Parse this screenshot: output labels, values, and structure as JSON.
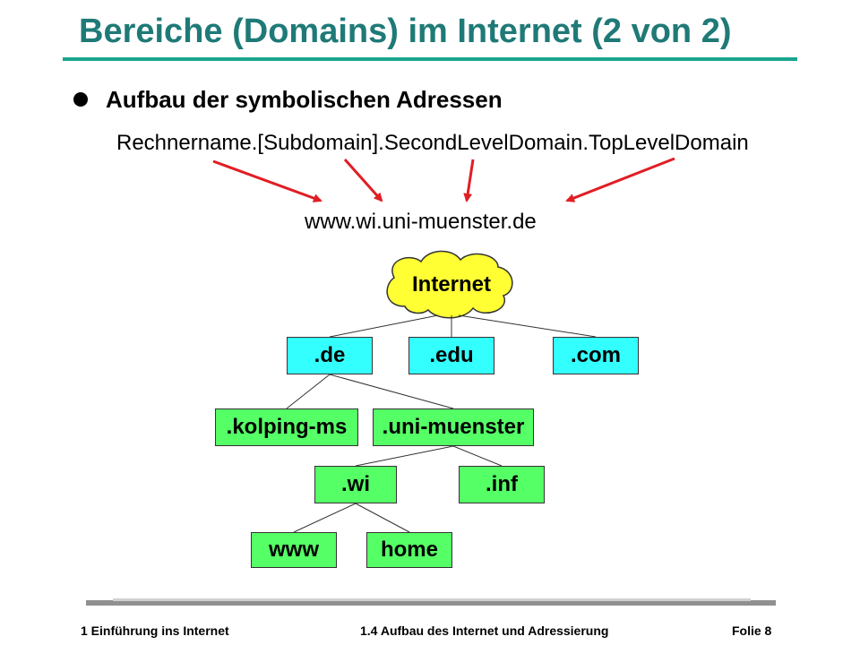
{
  "slide": {
    "title": "Bereiche (Domains) im Internet (2 von 2)",
    "bullet": "Aufbau der symbolischen Adressen",
    "pattern": "Rechnername.[Subdomain].SecondLevelDomain.TopLevelDomain",
    "example": "www.wi.uni-muenster.de"
  },
  "tree": {
    "root": "Internet",
    "de": ".de",
    "edu": ".edu",
    "com": ".com",
    "kolping": ".kolping-ms",
    "uni": ".uni-muenster",
    "wi": ".wi",
    "inf": ".inf",
    "www": "www",
    "home": "home"
  },
  "footer": {
    "left": "1 Einführung ins Internet",
    "center": "1.4 Aufbau des Internet und Adressierung",
    "right": "Folie 8"
  },
  "colors": {
    "title": "#1f7a77",
    "rule": "#1aa58e",
    "arrow": "#e01e24",
    "cloud": "#ffff33",
    "tld_box": "#33ffff",
    "sub_box": "#55ff66"
  }
}
